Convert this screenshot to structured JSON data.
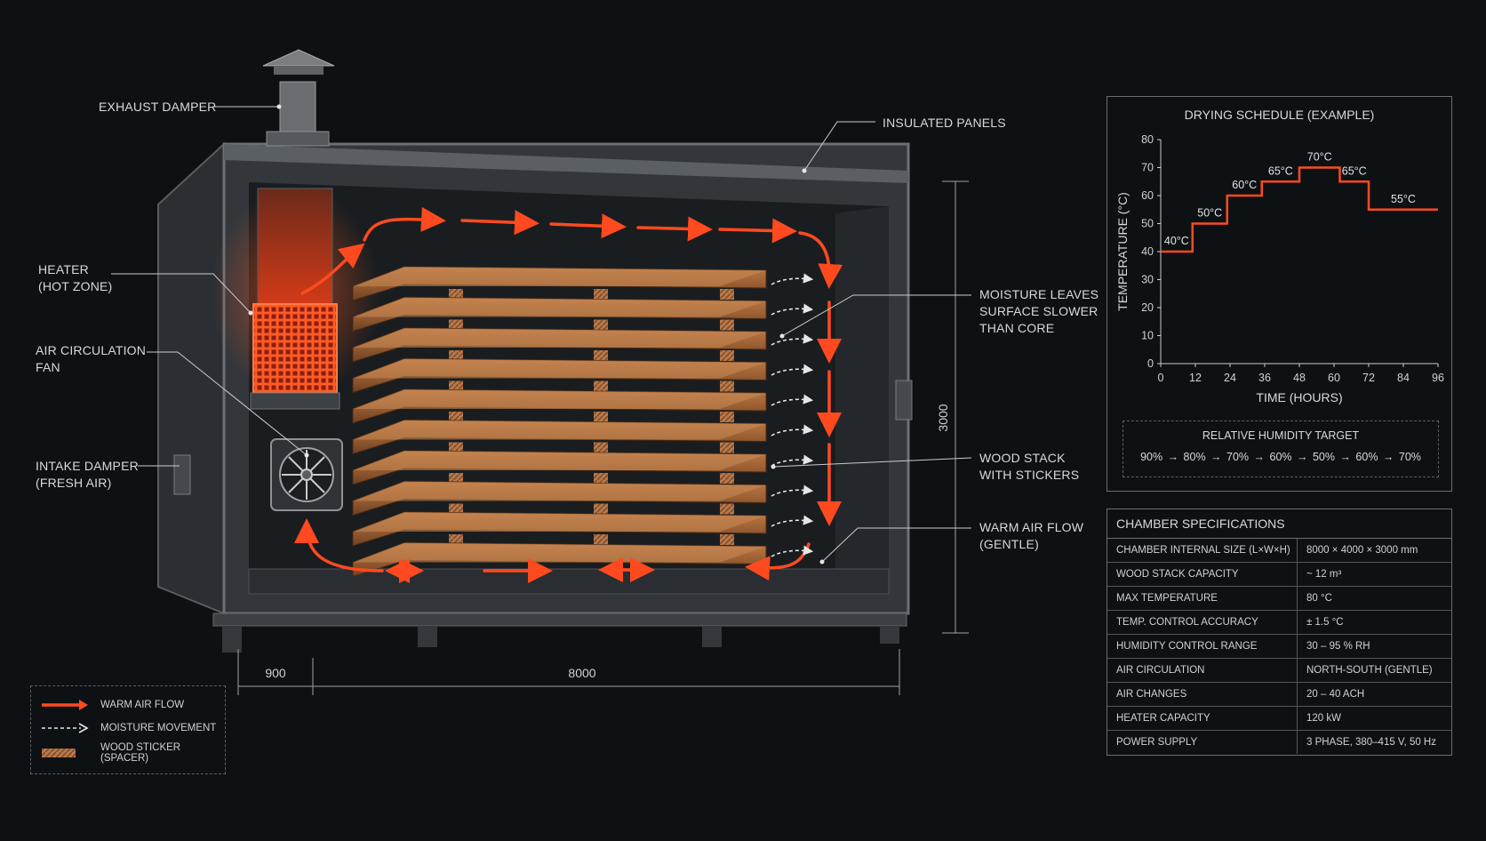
{
  "colors": {
    "background": "#0e1114",
    "warm_air": "#ff4a1f",
    "wood": "#a8683a",
    "steel": "#3a3e43",
    "line": "#c9ccd0"
  },
  "labels": {
    "exhaust_damper": "EXHAUST DAMPER",
    "insulated_panels": "INSULATED PANELS",
    "heater": "HEATER\n(HOT ZONE)",
    "fan": "AIR CIRCULATION\nFAN",
    "intake_damper": "INTAKE DAMPER\n(FRESH AIR)",
    "moisture": "MOISTURE LEAVES\nSURFACE SLOWER\nTHAN CORE",
    "wood_stack": "WOOD STACK\nWITH STICKERS",
    "warm_air_flow": "WARM AIR FLOW\n(GENTLE)"
  },
  "dimensions": {
    "height": "3000",
    "length": "8000",
    "offset": "900"
  },
  "legend": {
    "items": [
      {
        "label": "WARM AIR FLOW",
        "icon": "solid-arrow-icon"
      },
      {
        "label": "MOISTURE MOVEMENT",
        "icon": "dashed-arrow-icon"
      },
      {
        "label": "WOOD STICKER (SPACER)",
        "icon": "sticker-swatch-icon"
      }
    ]
  },
  "schedule": {
    "title": "DRYING SCHEDULE (EXAMPLE)",
    "rh_title": "RELATIVE HUMIDITY TARGET",
    "rh_values": "90% → 80% → 70% → 60% → 50% → 60% → 70%"
  },
  "chart_data": {
    "type": "line",
    "title": "DRYING SCHEDULE (EXAMPLE)",
    "xlabel": "TIME (HOURS)",
    "ylabel": "TEMPERATURE (°C)",
    "xlim": [
      0,
      96
    ],
    "ylim": [
      0,
      80
    ],
    "x_ticks": [
      0,
      12,
      24,
      36,
      48,
      60,
      72,
      84,
      96
    ],
    "y_ticks": [
      0,
      10,
      20,
      30,
      40,
      50,
      60,
      70,
      80
    ],
    "grid": false,
    "steps": [
      {
        "x_start": 0,
        "x_end": 11,
        "y": 40,
        "label": "40°C"
      },
      {
        "x_start": 11,
        "x_end": 23,
        "y": 50,
        "label": "50°C"
      },
      {
        "x_start": 23,
        "x_end": 35,
        "y": 60,
        "label": "60°C"
      },
      {
        "x_start": 35,
        "x_end": 48,
        "y": 65,
        "label": "65°C"
      },
      {
        "x_start": 48,
        "x_end": 62,
        "y": 70,
        "label": "70°C"
      },
      {
        "x_start": 62,
        "x_end": 72,
        "y": 65,
        "label": "65°C"
      },
      {
        "x_start": 72,
        "x_end": 96,
        "y": 55,
        "label": "55°C"
      }
    ]
  },
  "specs": {
    "title": "CHAMBER SPECIFICATIONS",
    "rows": [
      {
        "key": "CHAMBER INTERNAL SIZE (L×W×H)",
        "value": "8000 × 4000 × 3000 mm"
      },
      {
        "key": "WOOD STACK CAPACITY",
        "value": "~ 12 m³"
      },
      {
        "key": "MAX TEMPERATURE",
        "value": "80 °C"
      },
      {
        "key": "TEMP. CONTROL ACCURACY",
        "value": "± 1.5 °C"
      },
      {
        "key": "HUMIDITY CONTROL RANGE",
        "value": "30 – 95 % RH"
      },
      {
        "key": "AIR CIRCULATION",
        "value": "NORTH-SOUTH (GENTLE)"
      },
      {
        "key": "AIR CHANGES",
        "value": "20 – 40 ACH"
      },
      {
        "key": "HEATER CAPACITY",
        "value": "120 kW"
      },
      {
        "key": "POWER SUPPLY",
        "value": "3 PHASE, 380–415 V, 50 Hz"
      }
    ]
  }
}
